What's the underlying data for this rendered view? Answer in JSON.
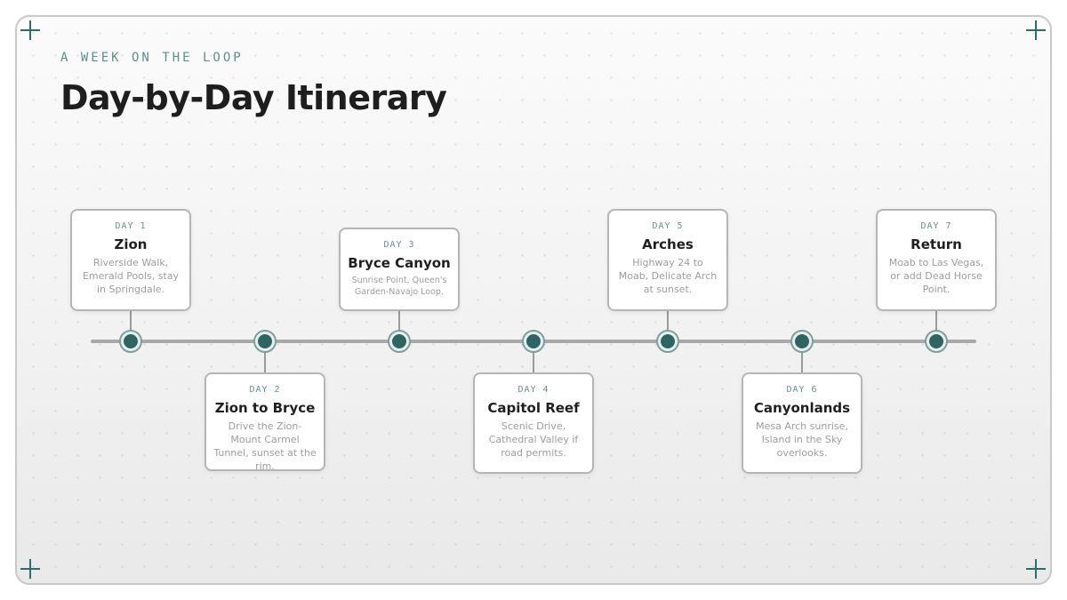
{
  "header": {
    "eyebrow": "A WEEK ON THE LOOP",
    "title": "Day-by-Day Itinerary"
  },
  "colors": {
    "accent": "#2f6462",
    "eyebrow": "#5f8f8c",
    "axis": "#a9a9a9",
    "card_border": "#b5b5b5"
  },
  "days": [
    {
      "day": "DAY 1",
      "place": "Zion",
      "note": "Riverside Walk, Emerald Pools, stay in Springdale."
    },
    {
      "day": "DAY 2",
      "place": "Zion to Bryce",
      "note": "Drive the Zion-Mount Carmel Tunnel, sunset at the rim."
    },
    {
      "day": "DAY 3",
      "place": "Bryce Canyon",
      "note": "Sunrise Point, Queen's Garden-Navajo Loop."
    },
    {
      "day": "DAY 4",
      "place": "Capitol Reef",
      "note": "Scenic Drive, Cathedral Valley if road permits."
    },
    {
      "day": "DAY 5",
      "place": "Arches",
      "note": "Highway 24 to Moab, Delicate Arch at sunset."
    },
    {
      "day": "DAY 6",
      "place": "Canyonlands",
      "note": "Mesa Arch sunrise, Island in the Sky overlooks."
    },
    {
      "day": "DAY 7",
      "place": "Return",
      "note": "Moab to Las Vegas, or add Dead Horse Point."
    }
  ]
}
